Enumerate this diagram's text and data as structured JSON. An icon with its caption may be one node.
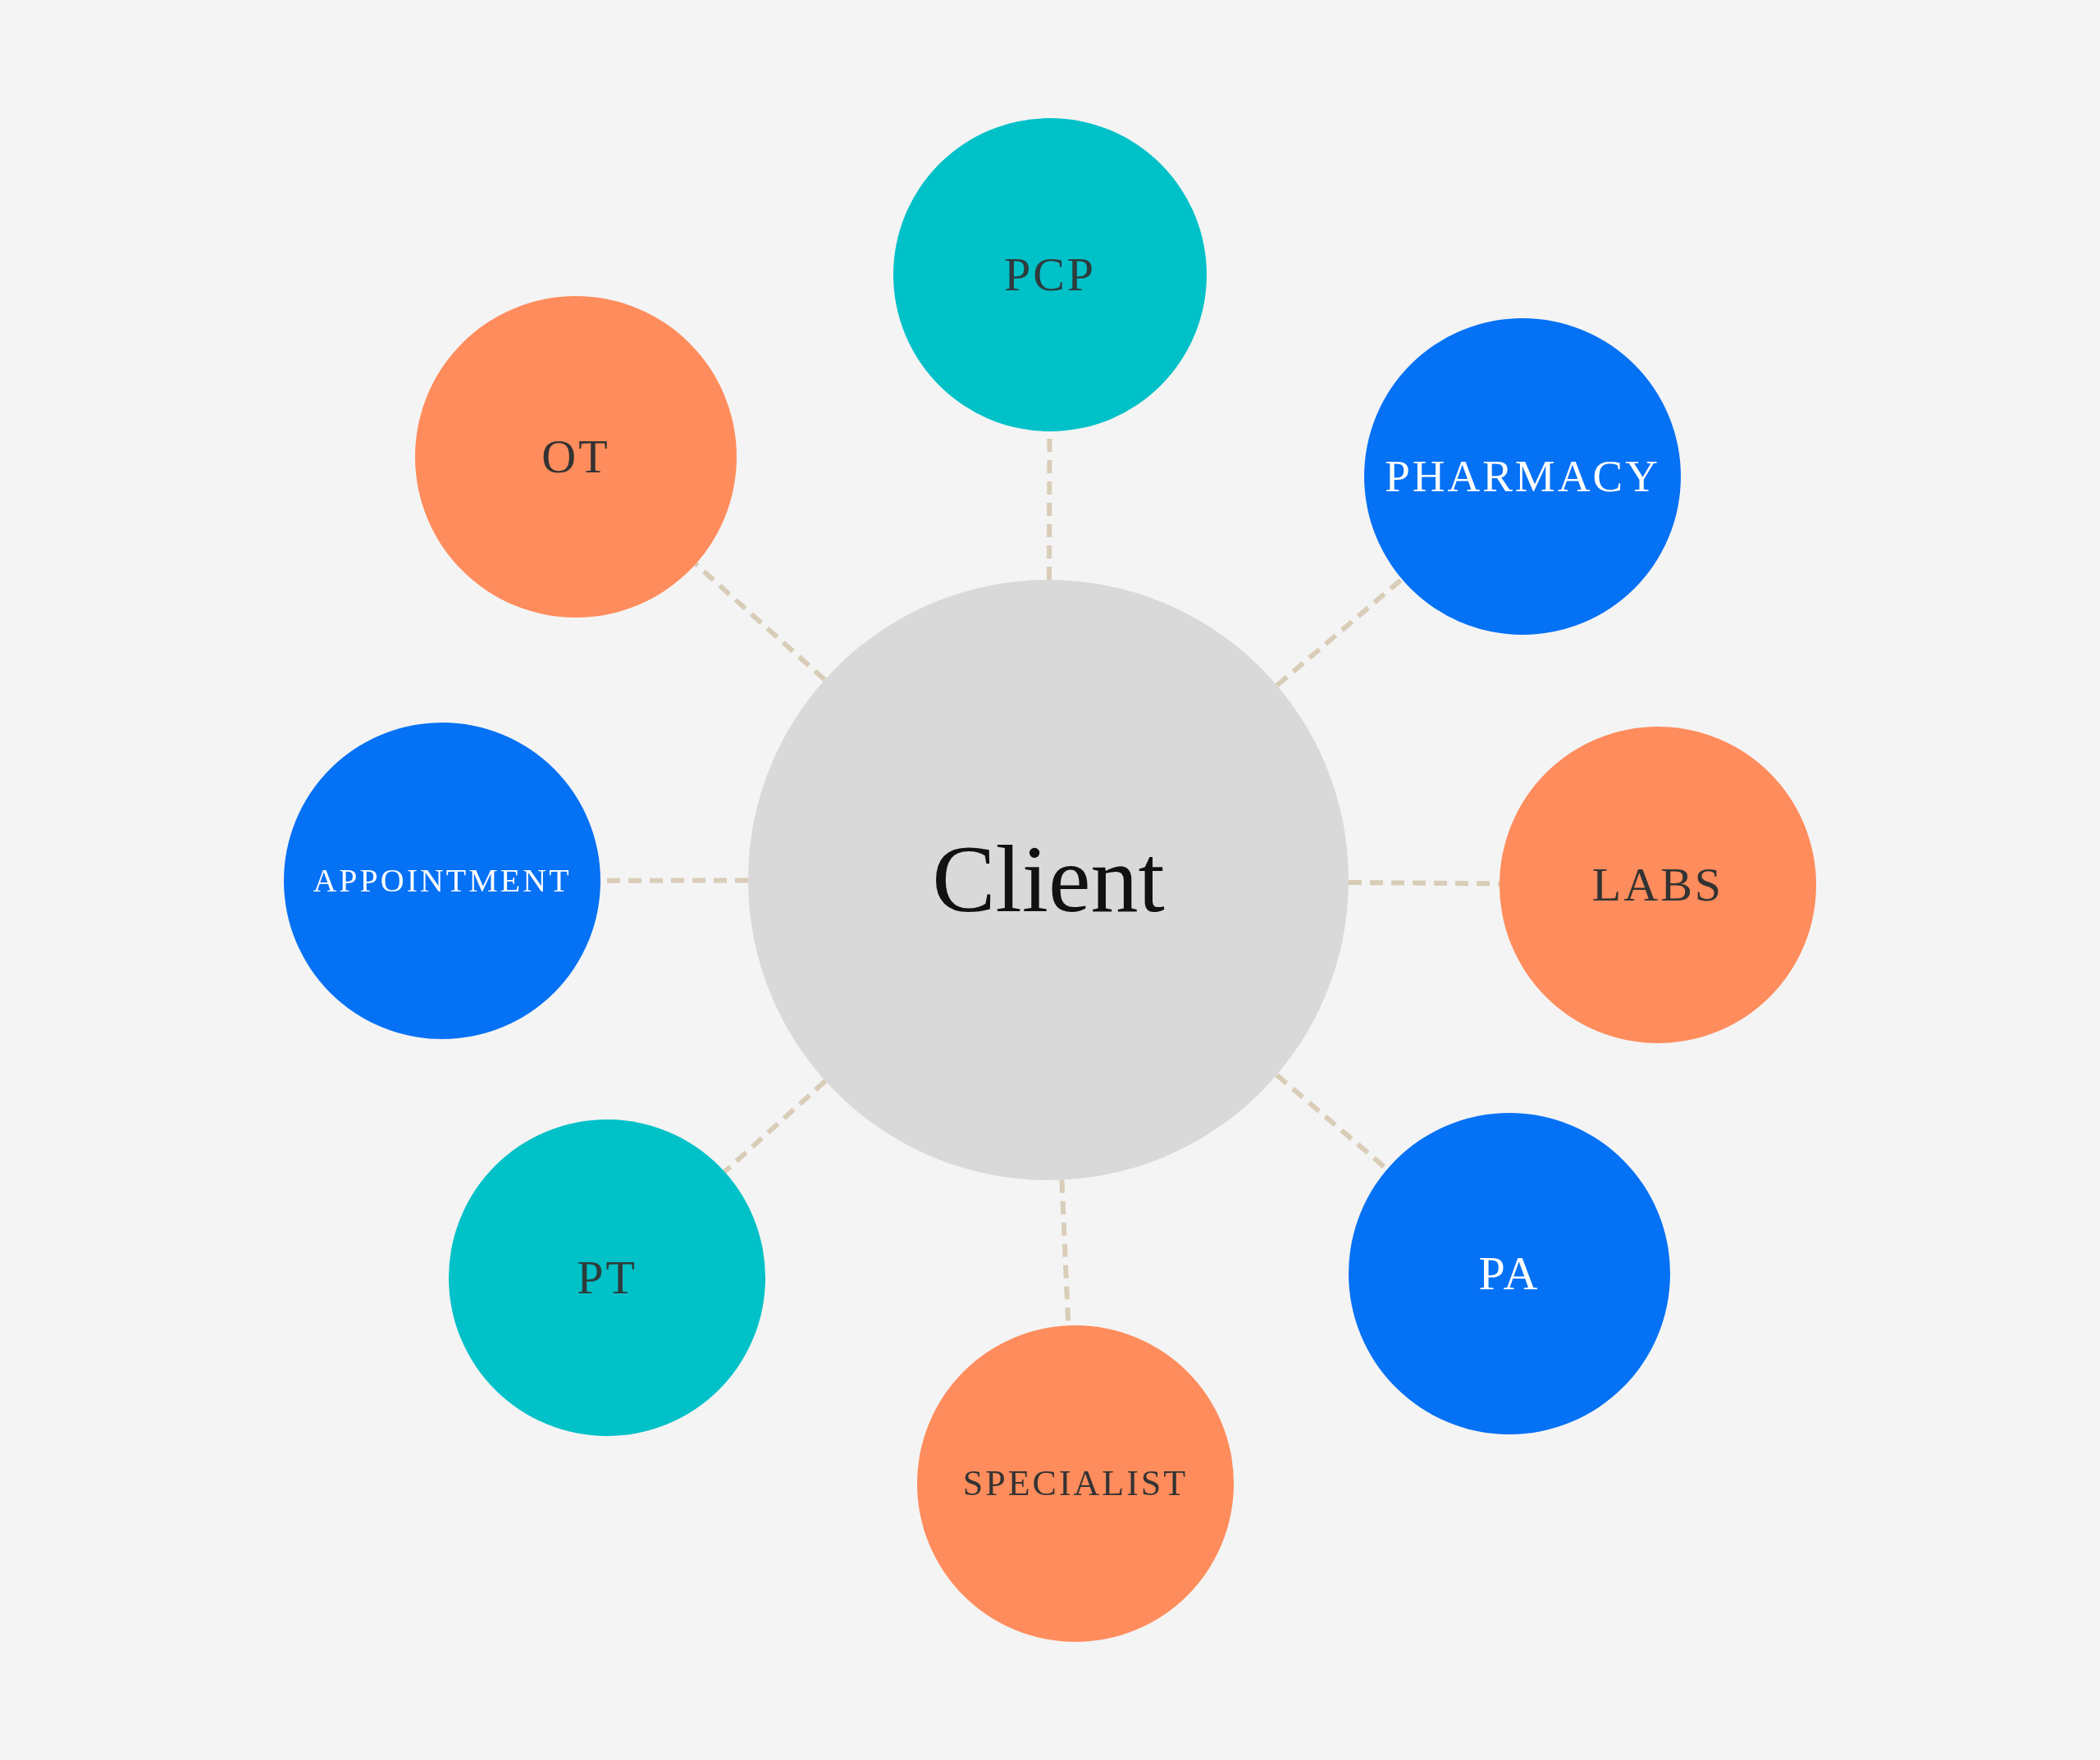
{
  "diagram": {
    "nodes": [
      {
        "text": [
          "PCP"
        ]
      },
      {
        "text": [
          "OT"
        ]
      },
      {
        "text": [
          "PHARMACY"
        ]
      },
      {
        "text": [
          "APPOINTMENT"
        ]
      },
      {
        "text": [
          "Client"
        ]
      },
      {
        "text": [
          "LABS"
        ]
      },
      {
        "text": [
          "PT"
        ]
      },
      {
        "text": [
          "PA"
        ]
      },
      {
        "text": [
          "SPECIALIST"
        ]
      }
    ],
    "edges": [
      {
        "from": 4,
        "to": 0,
        "arrow": "none",
        "style": "dashed"
      },
      {
        "from": 4,
        "to": 1,
        "arrow": "none",
        "style": "dashed"
      },
      {
        "from": 4,
        "to": 2,
        "arrow": "none",
        "style": "dashed"
      },
      {
        "from": 4,
        "to": 3,
        "arrow": "none",
        "style": "dashed"
      },
      {
        "from": 4,
        "to": 5,
        "arrow": "none",
        "style": "dashed"
      },
      {
        "from": 4,
        "to": 6,
        "arrow": "none",
        "style": "dashed"
      },
      {
        "from": 4,
        "to": 7,
        "arrow": "none",
        "style": "dashed"
      },
      {
        "from": 4,
        "to": 8,
        "arrow": "none",
        "style": "dashed"
      }
    ]
  }
}
